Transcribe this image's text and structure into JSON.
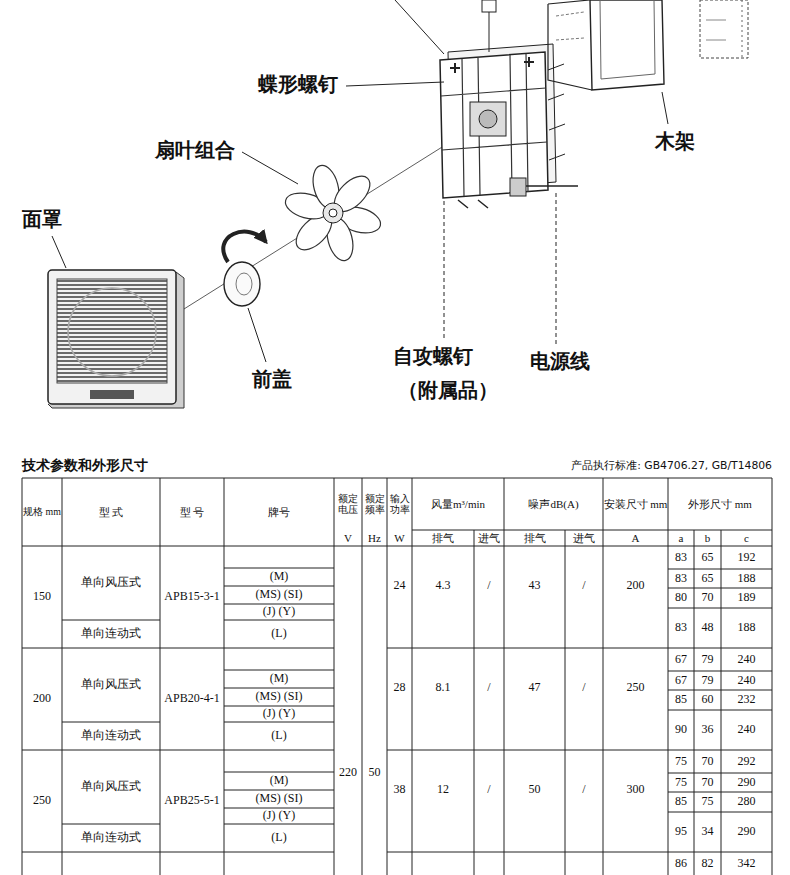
{
  "diagram": {
    "title": "技术参数和外形尺寸",
    "labels": [
      "蝶形螺钉",
      "扇叶组合",
      "木架",
      "面罩",
      "前盖",
      "自攻螺钉",
      "（附属品）",
      "电源线",
      "产品执行标准: GB4706.27, GB/T14806",
      "规格 mm",
      "型 式",
      "型 号",
      "牌号",
      "额定电压",
      "额定频率",
      "输入功率",
      "风量m³/min",
      "噪声dB(A)",
      "安装尺寸 mm",
      "外形尺寸 mm",
      "V",
      "Hz",
      "W",
      "排气",
      "进气",
      "排气",
      "进气",
      "A",
      "a",
      "b",
      "c",
      "150",
      "单向风压式",
      "单向连动式",
      "APB15-3-1",
      "(M)",
      "(MS) (SI)",
      "(J) (Y)",
      "(L)",
      "24",
      "4.3",
      "/",
      "43",
      "/",
      "200",
      "83",
      "65",
      "192",
      "83",
      "65",
      "188",
      "80",
      "70",
      "189",
      "83",
      "48",
      "188",
      "200",
      "单向风压式",
      "单向连动式",
      "APB20-4-1",
      "(M)",
      "(MS) (SI)",
      "(J) (Y)",
      "(L)",
      "28",
      "8.1",
      "/",
      "47",
      "/",
      "250",
      "67",
      "79",
      "240",
      "67",
      "79",
      "240",
      "85",
      "60",
      "232",
      "90",
      "36",
      "240",
      "250",
      "单向风压式",
      "单向连动式",
      "APB25-5-1",
      "(M)",
      "(MS) (SI)",
      "(J) (Y)",
      "(L)",
      "38",
      "12",
      "/",
      "50",
      "/",
      "300",
      "75",
      "70",
      "292",
      "75",
      "70",
      "290",
      "85",
      "75",
      "280",
      "95",
      "34",
      "290",
      "220",
      "50",
      "86",
      "82",
      "342"
    ]
  }
}
